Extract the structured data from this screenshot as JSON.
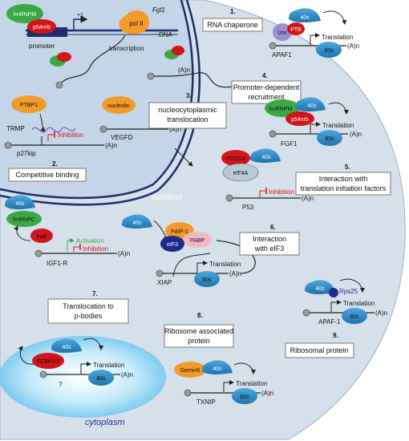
{
  "compartments": {
    "nucleus": "nucleus",
    "cytoplasm": "cytoplasm"
  },
  "nucleus_panel": {
    "hnrnpm": "hnRNPM",
    "p54nrb": "p54nrb",
    "promoter": "promoter",
    "plus1": "+1",
    "fgf1": "Fgf1",
    "pol2": "pol II",
    "dna": "DNA",
    "transcription": "transcription",
    "an": "(A)n"
  },
  "mechanisms": [
    {
      "num": "1.",
      "title": "RNA chaperone"
    },
    {
      "num": "2.",
      "title": "Competitive binding"
    },
    {
      "num": "3.",
      "title": "nucleocytoplasmic translocation"
    },
    {
      "num": "4.",
      "title": "Promoter-dependent recruitment"
    },
    {
      "num": "5.",
      "title": "Interaction with translation initiation factors"
    },
    {
      "num": "6.",
      "title": "Interaction with eIF3"
    },
    {
      "num": "7.",
      "title": "Translocation to p-bodies"
    },
    {
      "num": "8.",
      "title": "Ribosome associated protein"
    },
    {
      "num": "9.",
      "title": "Ribosomal protein"
    }
  ],
  "labels": {
    "s1": {
      "p40": "40s",
      "unr": "Unr",
      "ptb": "PTB",
      "translation": "Translation",
      "an": "(A)n",
      "gene": "APAF1",
      "r80": "80s"
    },
    "s2": {
      "ptbp1": "PTBP1",
      "trmp": "TRMP",
      "inhibition": "Inhibition",
      "gene": "p27kip",
      "an": "(A)n"
    },
    "s3": {
      "nucleolin": "nucleolin",
      "gene": "VEGFD",
      "an": "(A)n"
    },
    "s4": {
      "hnrnpm": "hnRNPM",
      "p40": "40s",
      "p54nrb": "p54nrb",
      "translation": "Translation",
      "gene": "FGF1",
      "r80": "80s",
      "an": "(A)n"
    },
    "s5": {
      "pdcd4": "PDCD4",
      "p40": "40s",
      "eif4a": "eIF4A",
      "inhibition": "Inhibition",
      "gene": "P53",
      "an": "(A)n"
    },
    "s2b": {
      "p40": "40s",
      "hnrnpc": "hnRNPC",
      "hur": "huR",
      "activation": "Activation",
      "inhibition": "Inhibition",
      "gene": "IGF1-R",
      "an": "(A)n"
    },
    "s6": {
      "p40": "40s",
      "paip1": "PAIP-1",
      "pabp": "PABP",
      "eif3": "eIF3",
      "translation": "Translation",
      "gene": "XIAP",
      "r80": "80s",
      "an": "(A)n"
    },
    "s9": {
      "p40": "40s",
      "rps25": "Rps25",
      "translation": "Translation",
      "gene": "APAF-1",
      "r80": "80s",
      "an": "(A)n"
    },
    "s7": {
      "p40": "40s",
      "pcbp": "PCBP1/2",
      "translation": "Translation",
      "q": "?",
      "r80": "80s",
      "an": "(A)n"
    },
    "s8": {
      "gemin5": "Gemin5",
      "p40": "40s",
      "translation": "Translation",
      "gene": "TXNIP",
      "r80": "80s",
      "an": "(A)n"
    }
  },
  "colors": {
    "cytoplasm": "#d3dde8",
    "nucleus": "#c4d6e7",
    "membrane": "#1f2d6b",
    "ribosome": "#2f8dc9",
    "green": "#3aa944",
    "red": "#d3141b",
    "orange": "#f39a2b",
    "purple": "#9b8fd1",
    "navy": "#1f2a8c",
    "pink": "#f2b6c9",
    "pbody": "#8fd3f4"
  }
}
